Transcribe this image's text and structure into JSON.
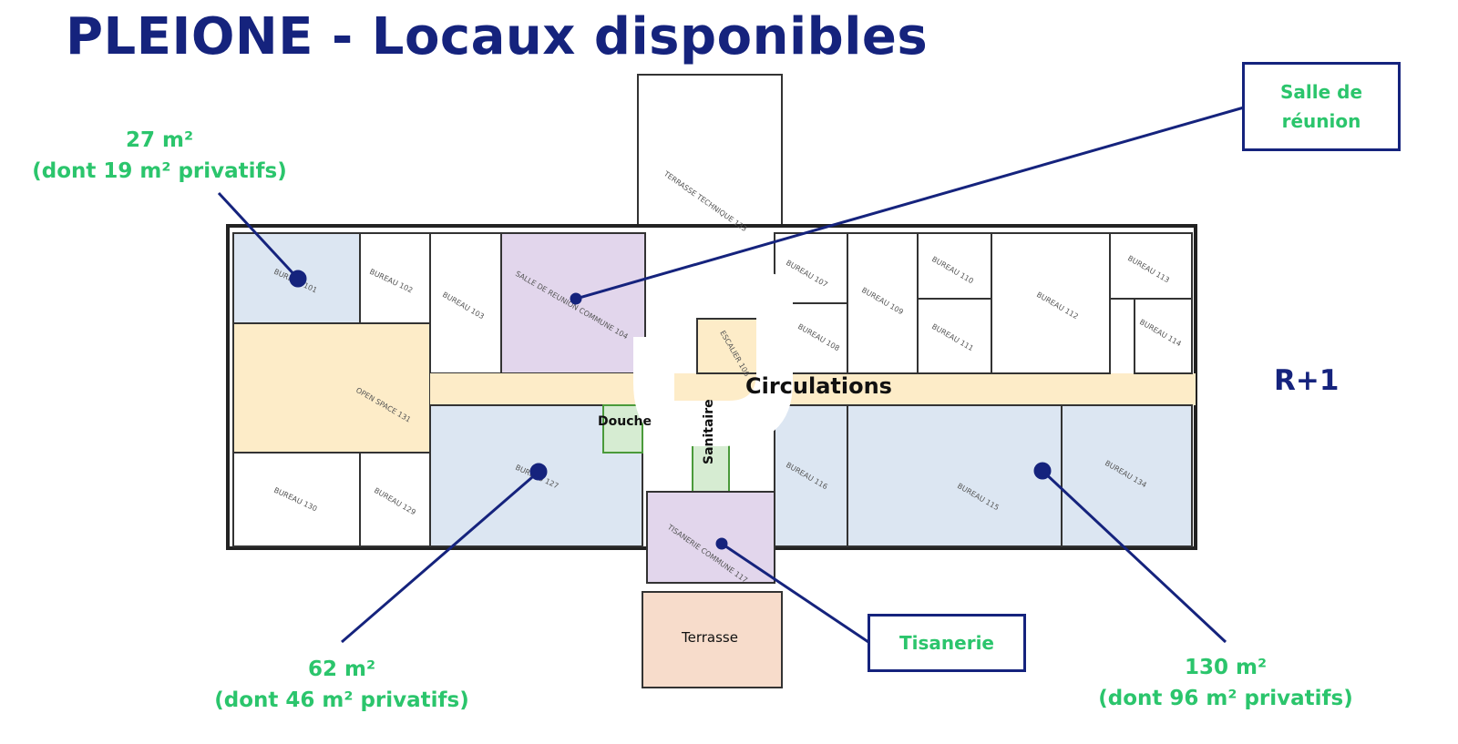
{
  "title": "PLEIONE - Locaux disponibles",
  "level": "R+1",
  "colors": {
    "navy": "#15237d",
    "green": "#2bc56c",
    "available_blue": "#dce6f2",
    "common_purple": "#e2d6ec",
    "circulation_yellow": "#fdecc8",
    "sanitary_green": "#d6ecd2",
    "terrace_peach": "#f7dccb"
  },
  "callouts": {
    "lot_a": {
      "area": "27 m²",
      "detail": "(dont 19 m² privatifs)"
    },
    "lot_b": {
      "area": "62 m²",
      "detail": "(dont 46 m² privatifs)"
    },
    "lot_c": {
      "area": "130 m²",
      "detail": "(dont 96 m² privatifs)"
    },
    "meeting": {
      "line1": "Salle de",
      "line2": "réunion"
    },
    "kitchen": {
      "label": "Tisanerie"
    }
  },
  "plan_labels": {
    "circulations": "Circulations",
    "terrasse": "Terrasse",
    "douche": "Douche",
    "sanitaire": "Sanitaire"
  },
  "rooms": [
    {
      "id": "r101",
      "label": "BUREAU 101"
    },
    {
      "id": "r102",
      "label": "BUREAU 102"
    },
    {
      "id": "r103",
      "label": "BUREAU 103"
    },
    {
      "id": "r104",
      "label": "SALLE DE REUNION COMMUNE 104"
    },
    {
      "id": "r131",
      "label": "OPEN SPACE 131"
    },
    {
      "id": "r130",
      "label": "BUREAU 130"
    },
    {
      "id": "r129",
      "label": "BUREAU 129"
    },
    {
      "id": "r127",
      "label": "BUREAU 127"
    },
    {
      "id": "r107",
      "label": "BUREAU 107"
    },
    {
      "id": "r108",
      "label": "BUREAU 108"
    },
    {
      "id": "r109",
      "label": "BUREAU 109"
    },
    {
      "id": "r110",
      "label": "BUREAU 110"
    },
    {
      "id": "r111",
      "label": "BUREAU 111"
    },
    {
      "id": "r112",
      "label": "BUREAU 112"
    },
    {
      "id": "r113",
      "label": "BUREAU 113"
    },
    {
      "id": "r114",
      "label": "BUREAU 114"
    },
    {
      "id": "r116",
      "label": "BUREAU 116"
    },
    {
      "id": "r115",
      "label": "BUREAU 115"
    },
    {
      "id": "r134",
      "label": "BUREAU 134"
    },
    {
      "id": "r117",
      "label": "TISANERIE COMMUNE 117"
    },
    {
      "id": "r106",
      "label": "ESCALIER 106"
    },
    {
      "id": "r133",
      "label": "TERRASSE TECHNIQUE 133"
    }
  ]
}
